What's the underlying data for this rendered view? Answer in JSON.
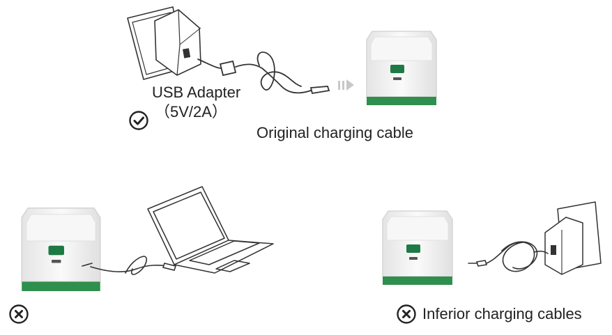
{
  "top_scene": {
    "adapter_label": "USB Adapter",
    "adapter_spec": "（5V/2A）",
    "cable_label": "Original charging cable",
    "status_icon": "check-circle-icon"
  },
  "bottom_left_scene": {
    "status_icon": "x-circle-icon"
  },
  "bottom_right_scene": {
    "status_icon": "x-circle-icon",
    "cable_label": "Inferior charging cables"
  },
  "colors": {
    "line": "#333333",
    "device_body": "#f3f3f3",
    "device_base": "#2f8f4e",
    "screen": "#1e7a45",
    "arrow": "#c8c8c8"
  }
}
